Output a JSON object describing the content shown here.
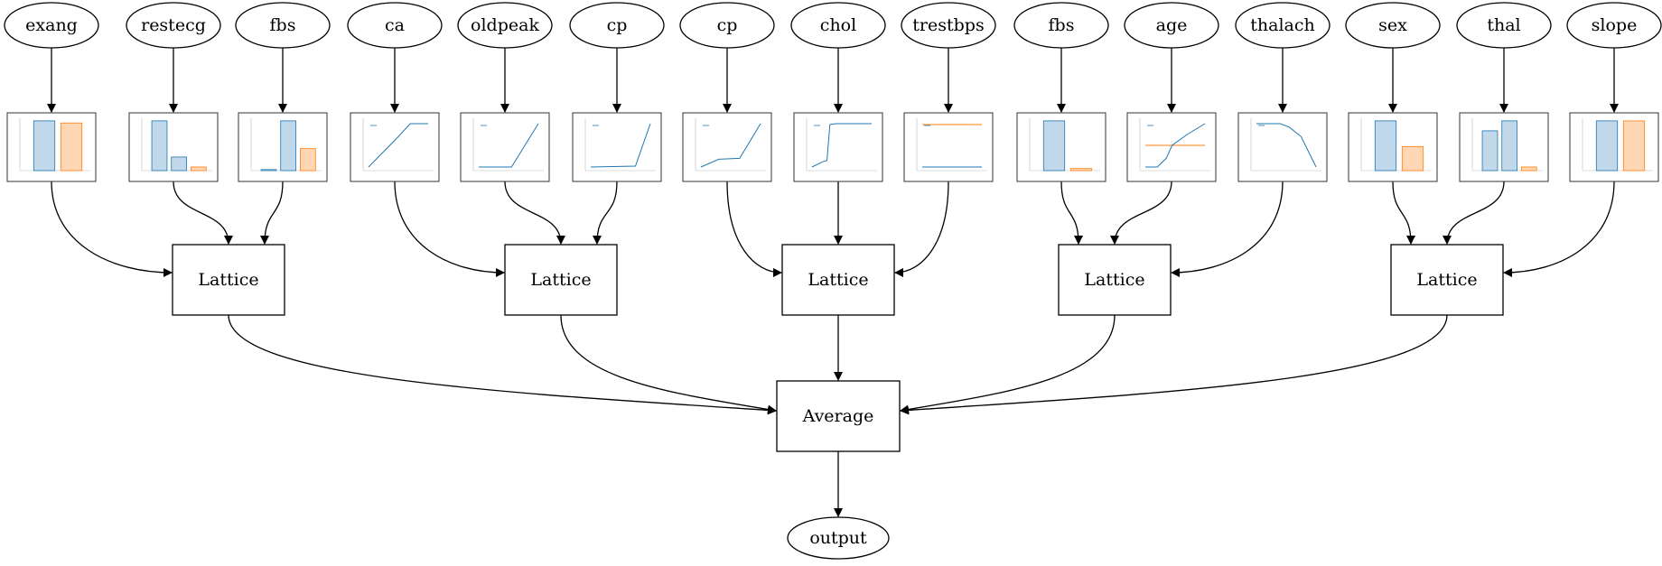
{
  "inputs": [
    "exang",
    "restecg",
    "fbs",
    "ca",
    "oldpeak",
    "cp",
    "cp",
    "chol",
    "trestbps",
    "fbs",
    "age",
    "thalach",
    "sex",
    "thal",
    "slope"
  ],
  "lattices": [
    "Lattice",
    "Lattice",
    "Lattice",
    "Lattice",
    "Lattice"
  ],
  "average": "Average",
  "output": "output",
  "plots": [
    {
      "kind": "bar",
      "bars": [
        {
          "c": "blue",
          "v": 0.95
        },
        {
          "c": "orange",
          "v": 0.91
        }
      ]
    },
    {
      "kind": "bar",
      "bars": [
        {
          "c": "blue",
          "v": 0.95
        },
        {
          "c": "blue",
          "v": 0.26
        },
        {
          "c": "orange",
          "v": 0.07
        }
      ]
    },
    {
      "kind": "bar",
      "bars": [
        {
          "c": "blue",
          "v": 0.02
        },
        {
          "c": "blue",
          "v": 0.95
        },
        {
          "c": "orange",
          "v": 0.42
        }
      ]
    },
    {
      "kind": "line",
      "points": [
        [
          0,
          0
        ],
        [
          0.5,
          0.7
        ],
        [
          0.7,
          1.0
        ],
        [
          1,
          1.0
        ]
      ]
    },
    {
      "kind": "line",
      "points": [
        [
          0,
          0
        ],
        [
          0.55,
          0
        ],
        [
          1,
          1.0
        ]
      ]
    },
    {
      "kind": "line",
      "points": [
        [
          0,
          0
        ],
        [
          0.75,
          0.02
        ],
        [
          1,
          1.0
        ]
      ]
    },
    {
      "kind": "line",
      "points": [
        [
          0,
          0
        ],
        [
          0.3,
          0.18
        ],
        [
          0.65,
          0.2
        ],
        [
          1,
          1.0
        ]
      ]
    },
    {
      "kind": "line",
      "points": [
        [
          0,
          0
        ],
        [
          0.18,
          0.12
        ],
        [
          0.25,
          0.15
        ],
        [
          0.3,
          0.98
        ],
        [
          0.4,
          1.0
        ],
        [
          1,
          1.0
        ]
      ]
    },
    {
      "kind": "line",
      "points": [
        [
          0,
          0
        ],
        [
          1,
          0
        ]
      ],
      "flat": [
        0,
        0.98
      ]
    },
    {
      "kind": "bar",
      "bars": [
        {
          "c": "blue",
          "v": 0.95
        },
        {
          "c": "orange",
          "v": 0.04
        }
      ]
    },
    {
      "kind": "line",
      "points": [
        [
          0,
          0
        ],
        [
          0.2,
          0
        ],
        [
          0.35,
          0.2
        ],
        [
          0.45,
          0.5
        ],
        [
          0.7,
          0.75
        ],
        [
          1,
          1.0
        ]
      ],
      "flat": [
        0.5,
        0.5
      ]
    },
    {
      "kind": "line",
      "points": [
        [
          0,
          1.0
        ],
        [
          0.4,
          1.0
        ],
        [
          0.55,
          0.92
        ],
        [
          0.75,
          0.7
        ],
        [
          1,
          0
        ]
      ]
    },
    {
      "kind": "bar",
      "bars": [
        {
          "c": "blue",
          "v": 0.95
        },
        {
          "c": "orange",
          "v": 0.46
        }
      ]
    },
    {
      "kind": "bar",
      "bars": [
        {
          "c": "blue",
          "v": 0.76
        },
        {
          "c": "blue",
          "v": 0.95
        },
        {
          "c": "orange",
          "v": 0.07
        }
      ]
    },
    {
      "kind": "bar",
      "bars": [
        {
          "c": "blue",
          "v": 0.95
        },
        {
          "c": "orange",
          "v": 0.95
        }
      ]
    }
  ],
  "colors": {
    "blue": "#1f77b4",
    "blue_fill": "#c0d8ea",
    "orange": "#ff7f0e",
    "orange_fill": "#ffd7b4"
  }
}
